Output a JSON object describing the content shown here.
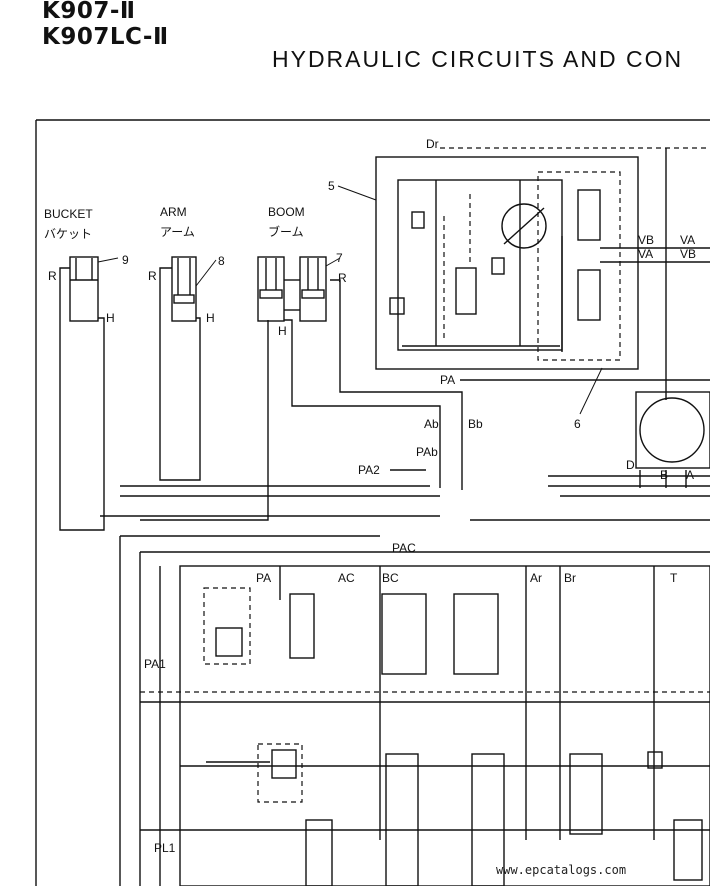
{
  "header": {
    "model_line1": "K907-Ⅱ",
    "model_line2": "K907LC-Ⅱ",
    "title": "HYDRAULIC CIRCUITS AND CON"
  },
  "actuators": {
    "bucket_en": "BUCKET",
    "bucket_jp": "バケット",
    "arm_en": "ARM",
    "arm_jp": "アーム",
    "boom_en": "BOOM",
    "boom_jp": "ブーム"
  },
  "labels": {
    "r": "R",
    "h": "H",
    "n9": "9",
    "n8": "8",
    "n7": "7",
    "n5": "5",
    "n6": "6",
    "dr": "Dr",
    "vb": "VB",
    "va": "VA",
    "va2": "VA",
    "vb2": "VB",
    "pa_top": "PA",
    "ab": "Ab",
    "bb": "Bb",
    "pab": "PAb",
    "pa2": "PA2",
    "pac": "PAC",
    "pa": "PA",
    "ac": "AC",
    "bc": "BC",
    "ar": "Ar",
    "br": "Br",
    "t": "T",
    "pa1": "PA1",
    "pl1": "PL1",
    "d": "D",
    "b": "B",
    "a": "A"
  },
  "watermark": "www.epcatalogs.com"
}
